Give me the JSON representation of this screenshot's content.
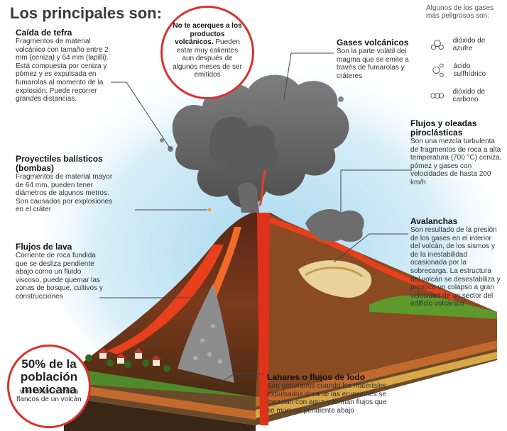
{
  "title": "Los principales son:",
  "warning": {
    "bold": "No te acerques a los productos volcánicos.",
    "rest": "Pueden estar muy calientes aun después de algunos meses de ser emitidos"
  },
  "gases_panel": {
    "header": "Algunos de los gases más peligrosos son:",
    "items": [
      {
        "label": "dióxido de azufre",
        "icon": "sulfur-dioxide-molecule-icon"
      },
      {
        "label": "ácido sulfhídrico",
        "icon": "hydrogen-sulfide-molecule-icon"
      },
      {
        "label": "dióxido de carbono",
        "icon": "carbon-dioxide-molecule-icon"
      }
    ]
  },
  "sections": {
    "tefra": {
      "title": "Caída de tefra",
      "text": "Fragmentos de material volcánico con tamaño entre 2 mm (ceniza) y 64 mm (lapilli). Está compuesta por ceniza y pómez y es expulsada en fumarolas al momento de la explosión. Puede recorrer grandes distancias."
    },
    "proyectiles": {
      "title": "Proyectiles balísticos (bombas)",
      "text": "Fragmentos de material mayor de 64 mm, pueden tener diámetros de algunos metros. Son causados por explosiones en el cráter"
    },
    "lava": {
      "title": "Flujos de lava",
      "text": "Corriente de roca fundida que se desliza pendiente abajo como un fluido viscoso, puede quemar las zonas de bosque, cultivos y construcciones"
    },
    "gases": {
      "title": "Gases volcánicos",
      "text": "Son la parte volátil del magma que se emite a través de fumarolas y cráteres"
    },
    "flujos": {
      "title": "Flujos y oleadas piroclásticas",
      "text": "Son una mezcla turbulenta de fragmentos de roca a alta temperatura (700 °C) ceniza, pómez y gases con velocidades de hasta 200 km/h"
    },
    "avalanchas": {
      "title": "Avalanchas",
      "text": "Son resultado de la presión de los gases en el interior del volcán, de los sismos y de la inestabilidad ocasionada por la sobrecarga. La estructura del volcán se desestabiliza y provoca un colapso a gran velocidad de un sector del edificio volcánico"
    },
    "lahares": {
      "title": "Lahares o flujos de lodo",
      "text": "Son generados cuando los materiales expulsados durante las erupciones se mezclan con agua y forman flujos que se mueven pendiente abajo"
    }
  },
  "population": {
    "big": "50% de la población mexicana",
    "small": "vive cerca o en los flancos de un volcán"
  },
  "colors": {
    "accent_red": "#d9322c",
    "ash_gray": "#6f6f6f",
    "lava": "#e8401c",
    "sky": "#cfe9f6"
  }
}
